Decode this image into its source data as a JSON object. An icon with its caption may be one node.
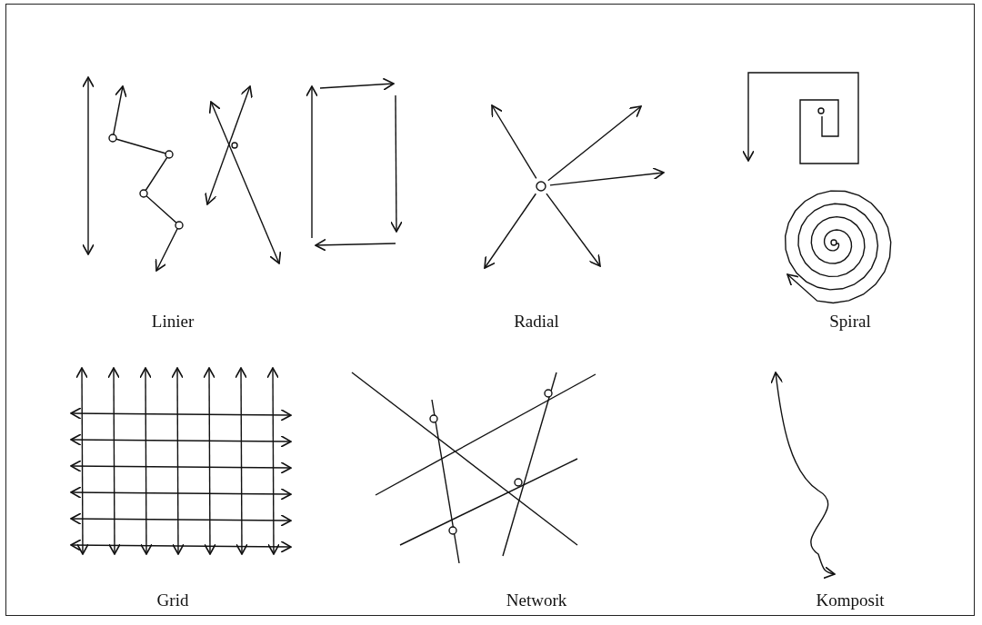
{
  "diagram": {
    "labels": [
      "Linier",
      "Radial",
      "Spiral",
      "Grid",
      "Network",
      "Komposit"
    ]
  }
}
